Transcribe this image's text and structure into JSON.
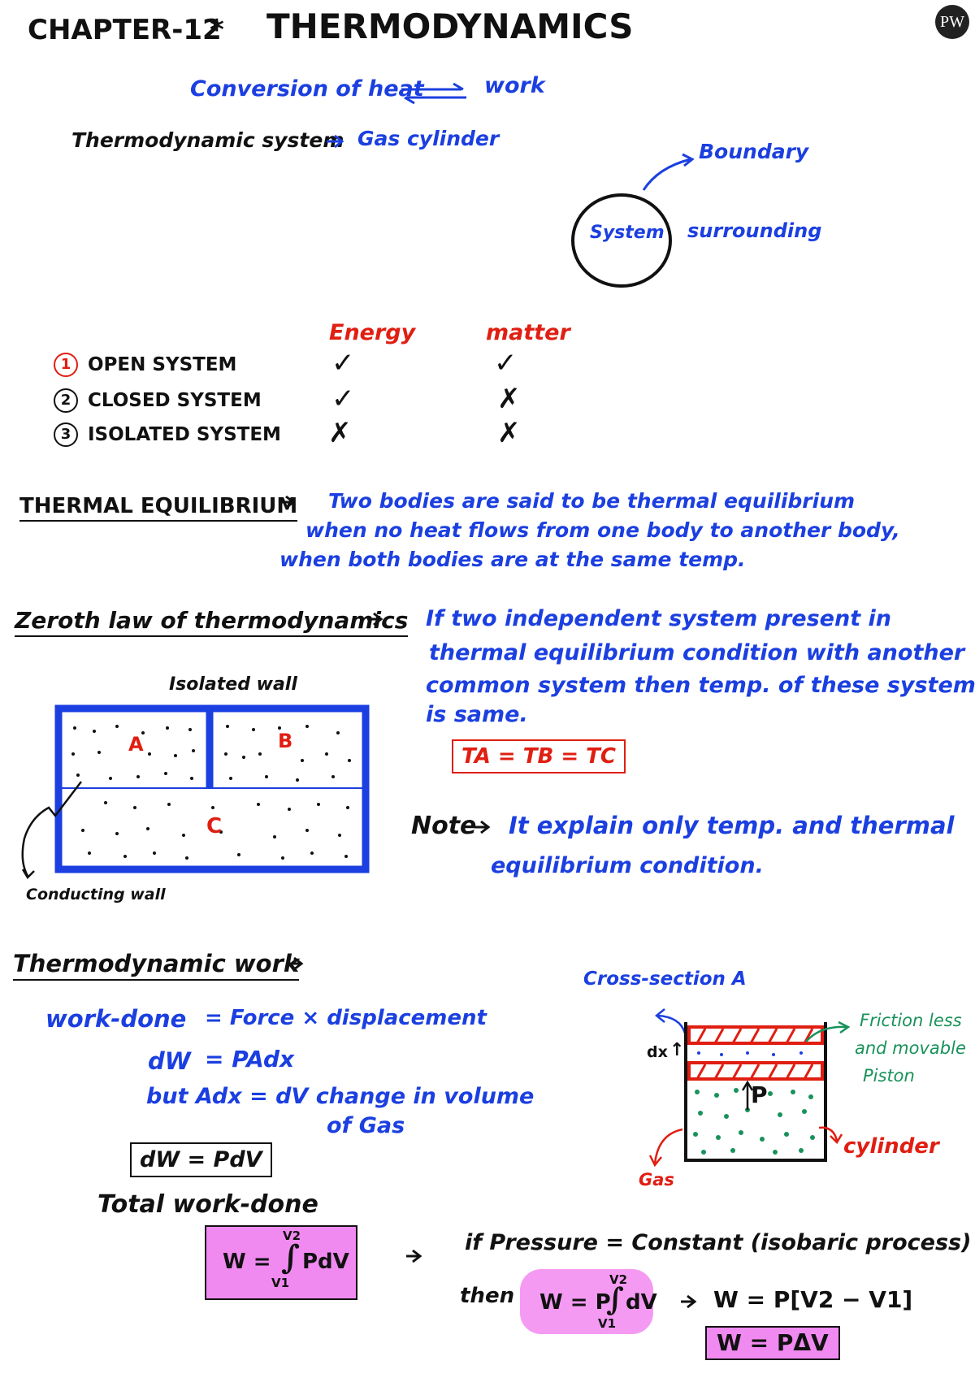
{
  "colors": {
    "blue": "#1b3fe0",
    "red": "#e01e12",
    "green": "#18925a",
    "black": "#111111",
    "pink": "#f08af0"
  },
  "logo": {
    "text": "PW"
  },
  "header": {
    "chapter": "CHAPTER-12",
    "star": "*",
    "title": "THERMODYNAMICS"
  },
  "intro": {
    "conversion_left": "Conversion of heat",
    "conversion_right": "work",
    "system_label": "Thermodynamic system",
    "system_example": "Gas cylinder"
  },
  "system_diagram": {
    "system": "System",
    "boundary": "Boundary",
    "surrounding": "surrounding"
  },
  "system_types": {
    "col_energy": "Energy",
    "col_matter": "matter",
    "rows": [
      {
        "num": "1",
        "name": "OPEN SYSTEM",
        "energy": "✓",
        "matter": "✓"
      },
      {
        "num": "2",
        "name": "CLOSED SYSTEM",
        "energy": "✓",
        "matter": "✗"
      },
      {
        "num": "3",
        "name": "ISOLATED SYSTEM",
        "energy": "✗",
        "matter": "✗"
      }
    ]
  },
  "thermal_equilibrium": {
    "heading": "THERMAL EQUILIBRIUM",
    "lines": [
      "Two bodies are said to be thermal equilibrium",
      "when no heat flows from one body to another body,",
      "when both bodies are at the same temp."
    ]
  },
  "zeroth_law": {
    "heading": "Zeroth law of thermodynamics",
    "lines": [
      "If two independent system present in",
      "thermal equilibrium condition with another",
      "common system then temp. of these system",
      "is same."
    ],
    "equation": "TA = TB = TC",
    "diagram": {
      "isolated_wall": "Isolated wall",
      "a": "A",
      "b": "B",
      "c": "C",
      "conducting_wall": "Conducting wall"
    },
    "note_label": "Note",
    "note_lines": [
      "It explain only temp. and thermal",
      "equilibrium condition."
    ]
  },
  "work": {
    "heading": "Thermodynamic work",
    "eq1_left": "work-done",
    "eq1_right": "= Force × displacement",
    "eq2_left": "dW",
    "eq2_right": "= PAdx",
    "eq3": "but Adx = dV change in volume",
    "eq3b": "of Gas",
    "boxed": "dW = PdV",
    "total_label": "Total work-done",
    "integral": {
      "w": "W =",
      "lower": "V1",
      "upper": "V2",
      "body": "PdV"
    },
    "isobaric_line": "if Pressure = Constant (isobaric process)",
    "then": "then",
    "integral2": {
      "w": "W = P",
      "lower": "V1",
      "upper": "V2",
      "body": "dV"
    },
    "result1": "W = P[V2 − V1]",
    "result2": "W = PΔV"
  },
  "cylinder_diagram": {
    "cross_section": "Cross-section A",
    "dx": "dx",
    "p": "P",
    "friction": [
      "Friction less",
      "and movable",
      "Piston"
    ],
    "cylinder": "cylinder",
    "gas": "Gas"
  }
}
